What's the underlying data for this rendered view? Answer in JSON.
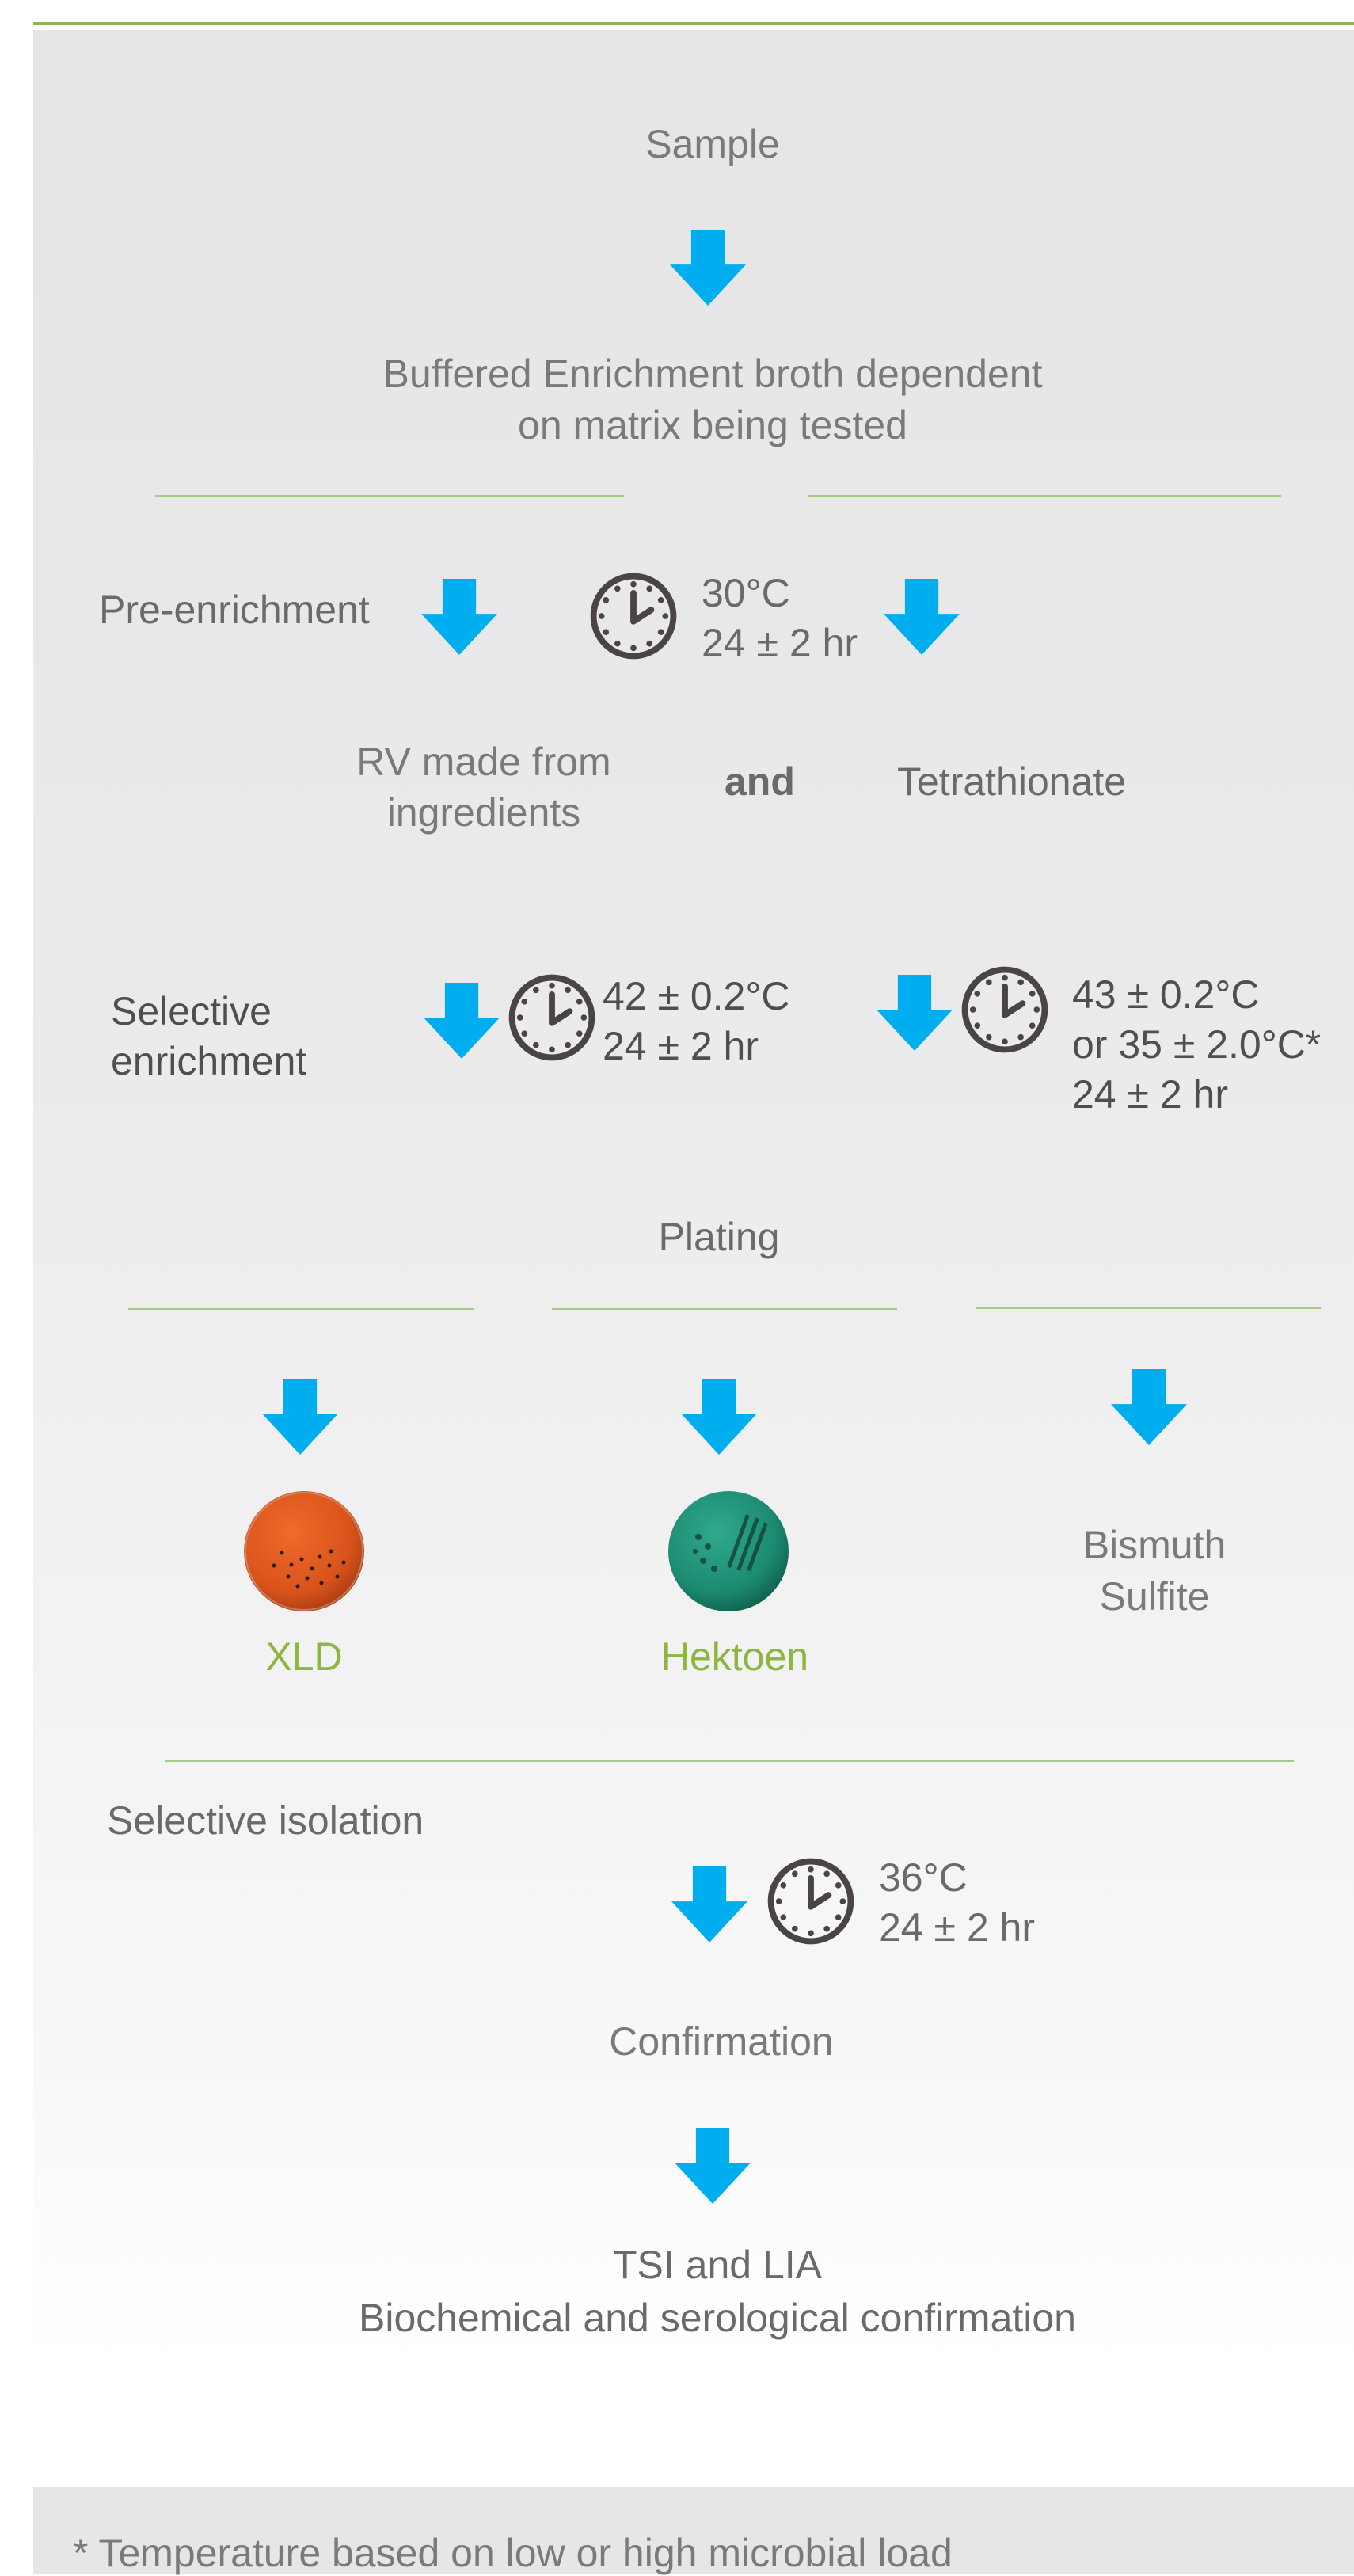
{
  "colors": {
    "accent_green": "#8cb63c",
    "arrow_blue": "#00aeef",
    "divider_green": "#a6cc83",
    "clock": "#4a4444"
  },
  "icons": {
    "arrow": "down-arrow-icon",
    "clock": "clock-icon",
    "plate": "agar-plate-icon"
  },
  "sample": "Sample",
  "broth": {
    "line1": "Buffered Enrichment broth dependent",
    "line2": "on matrix being tested"
  },
  "pre_enrichment": {
    "label": "Pre-enrichment",
    "temp": "30°C",
    "time": "24 ± 2 hr"
  },
  "media": {
    "rv_line1": "RV made from",
    "rv_line2": "ingredients",
    "and": "and",
    "tetrathionate": "Tetrathionate"
  },
  "selective_enrichment": {
    "label_line1": "Selective",
    "label_line2": "enrichment",
    "left_temp": "42 ± 0.2°C",
    "left_time": "24 ± 2 hr",
    "right_temp": "43 ± 0.2°C",
    "right_alt": "or 35 ± 2.0°C*",
    "right_time": "24 ± 2 hr"
  },
  "plating": {
    "label": "Plating",
    "xld": "XLD",
    "hektoen": "Hektoen",
    "bismuth_line1": "Bismuth",
    "bismuth_line2": "Sulfite"
  },
  "selective_isolation": {
    "label": "Selective isolation",
    "temp": "36°C",
    "time": "24 ± 2 hr"
  },
  "confirmation": {
    "label": "Confirmation",
    "line1": "TSI and LIA",
    "line2": "Biochemical and serological confirmation"
  },
  "footnote": "* Temperature based on low or high microbial load"
}
